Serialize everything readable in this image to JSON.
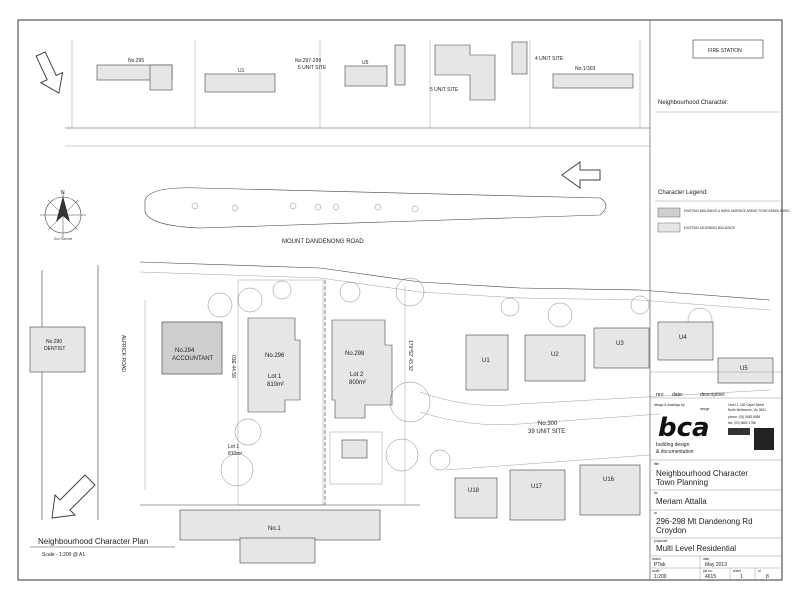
{
  "top_row": {
    "lot_295": "No.295",
    "lot_297_299": "No.297-299",
    "lot_297_299_sub": "5 UNIT SITE",
    "u1_top": "U1",
    "u5_top": "U5",
    "five_unit_site": "5 UNIT SITE",
    "four_unit_site": "4 UNIT SITE",
    "lot_301_303": "No.1/303",
    "fire_station": "FIRE STATION"
  },
  "roads": {
    "mount_dandenong": "MOUNT   DANDENONG   ROAD",
    "alfrick_road": "ALFRICK   ROAD"
  },
  "north_point": {
    "label": "N",
    "caption": "Sun Summer"
  },
  "site": {
    "dentist_no": "No.290",
    "dentist": "DENTIST",
    "accountant_no": "No.294",
    "accountant": "ACCOUNTANT",
    "lot296_no": "No.296",
    "lot296_lot": "Lot 1",
    "lot296_area": "810m²",
    "lot298_no": "No.298",
    "lot298_lot": "Lot 2",
    "lot298_area": "800m²",
    "lot1_lower": "Lot 1",
    "lot1_lower_area": "810m²",
    "left_dim": "03E 44.59",
    "right_dim": "179°52' 43.32",
    "u1": "U1",
    "u2": "U2",
    "u3": "U3",
    "u4": "U4",
    "u5_right": "U5",
    "no300": "No.300",
    "no300_sub": "39 UNIT SITE",
    "u16": "U16",
    "u17": "U17",
    "u18": "U18",
    "no1": "No.1"
  },
  "panel": {
    "heading": "Neighbourhood Character:",
    "legend_heading": "Character Legend:",
    "legend_items": [
      {
        "label": "EXISTING BUILDINGS & HARD SURFACE AREAS TO BE DEMOLISHED",
        "color": "#cfcfcf"
      },
      {
        "label": "EXISTING ADJOINING BUILDINGS",
        "color": "#e6e6e6"
      }
    ],
    "rev_label": "rev:",
    "date_label": "date:",
    "description_label": "description:",
    "design_by": "design & drawings by:",
    "brand": "bca",
    "brand_sub": "design",
    "brand_tagline_1": "building design",
    "brand_tagline_2": "& documentation",
    "address_1": "Level 1, 182 Capel Street",
    "address_2": "North Melbourne, Vic 3051",
    "phone": "phone: (03) 9682 6655",
    "fax": "fax:       (03) 9682 4788",
    "title_label": "title",
    "title_1": "Neighbourhood Character",
    "title_2": "Town Planning",
    "for_label": "for",
    "client": "Meriam Attalla",
    "at_label": "at",
    "site_1": "296-298 Mt Dandenong Rd",
    "site_2": "Croydon",
    "proposed_label": "proposed",
    "proposal": "Multi Level Residential",
    "drawn_label": "drawn",
    "drawn": "PTab",
    "date_label2": "date",
    "date": "May 2013",
    "scale_label": "scale",
    "scale": "1:200",
    "job_label": "job no.",
    "job": "4615",
    "sheet_label": "sheet",
    "sheet": "1",
    "of_label": "of",
    "of": "8"
  },
  "plan_title": {
    "title": "Neighbourhood Character Plan",
    "scale": "Scale - 1:200 @ A1"
  },
  "colors": {
    "existing": "#cfcfcf",
    "adjoining": "#e6e6e6",
    "ink": "#222222",
    "brand": "#111111"
  }
}
